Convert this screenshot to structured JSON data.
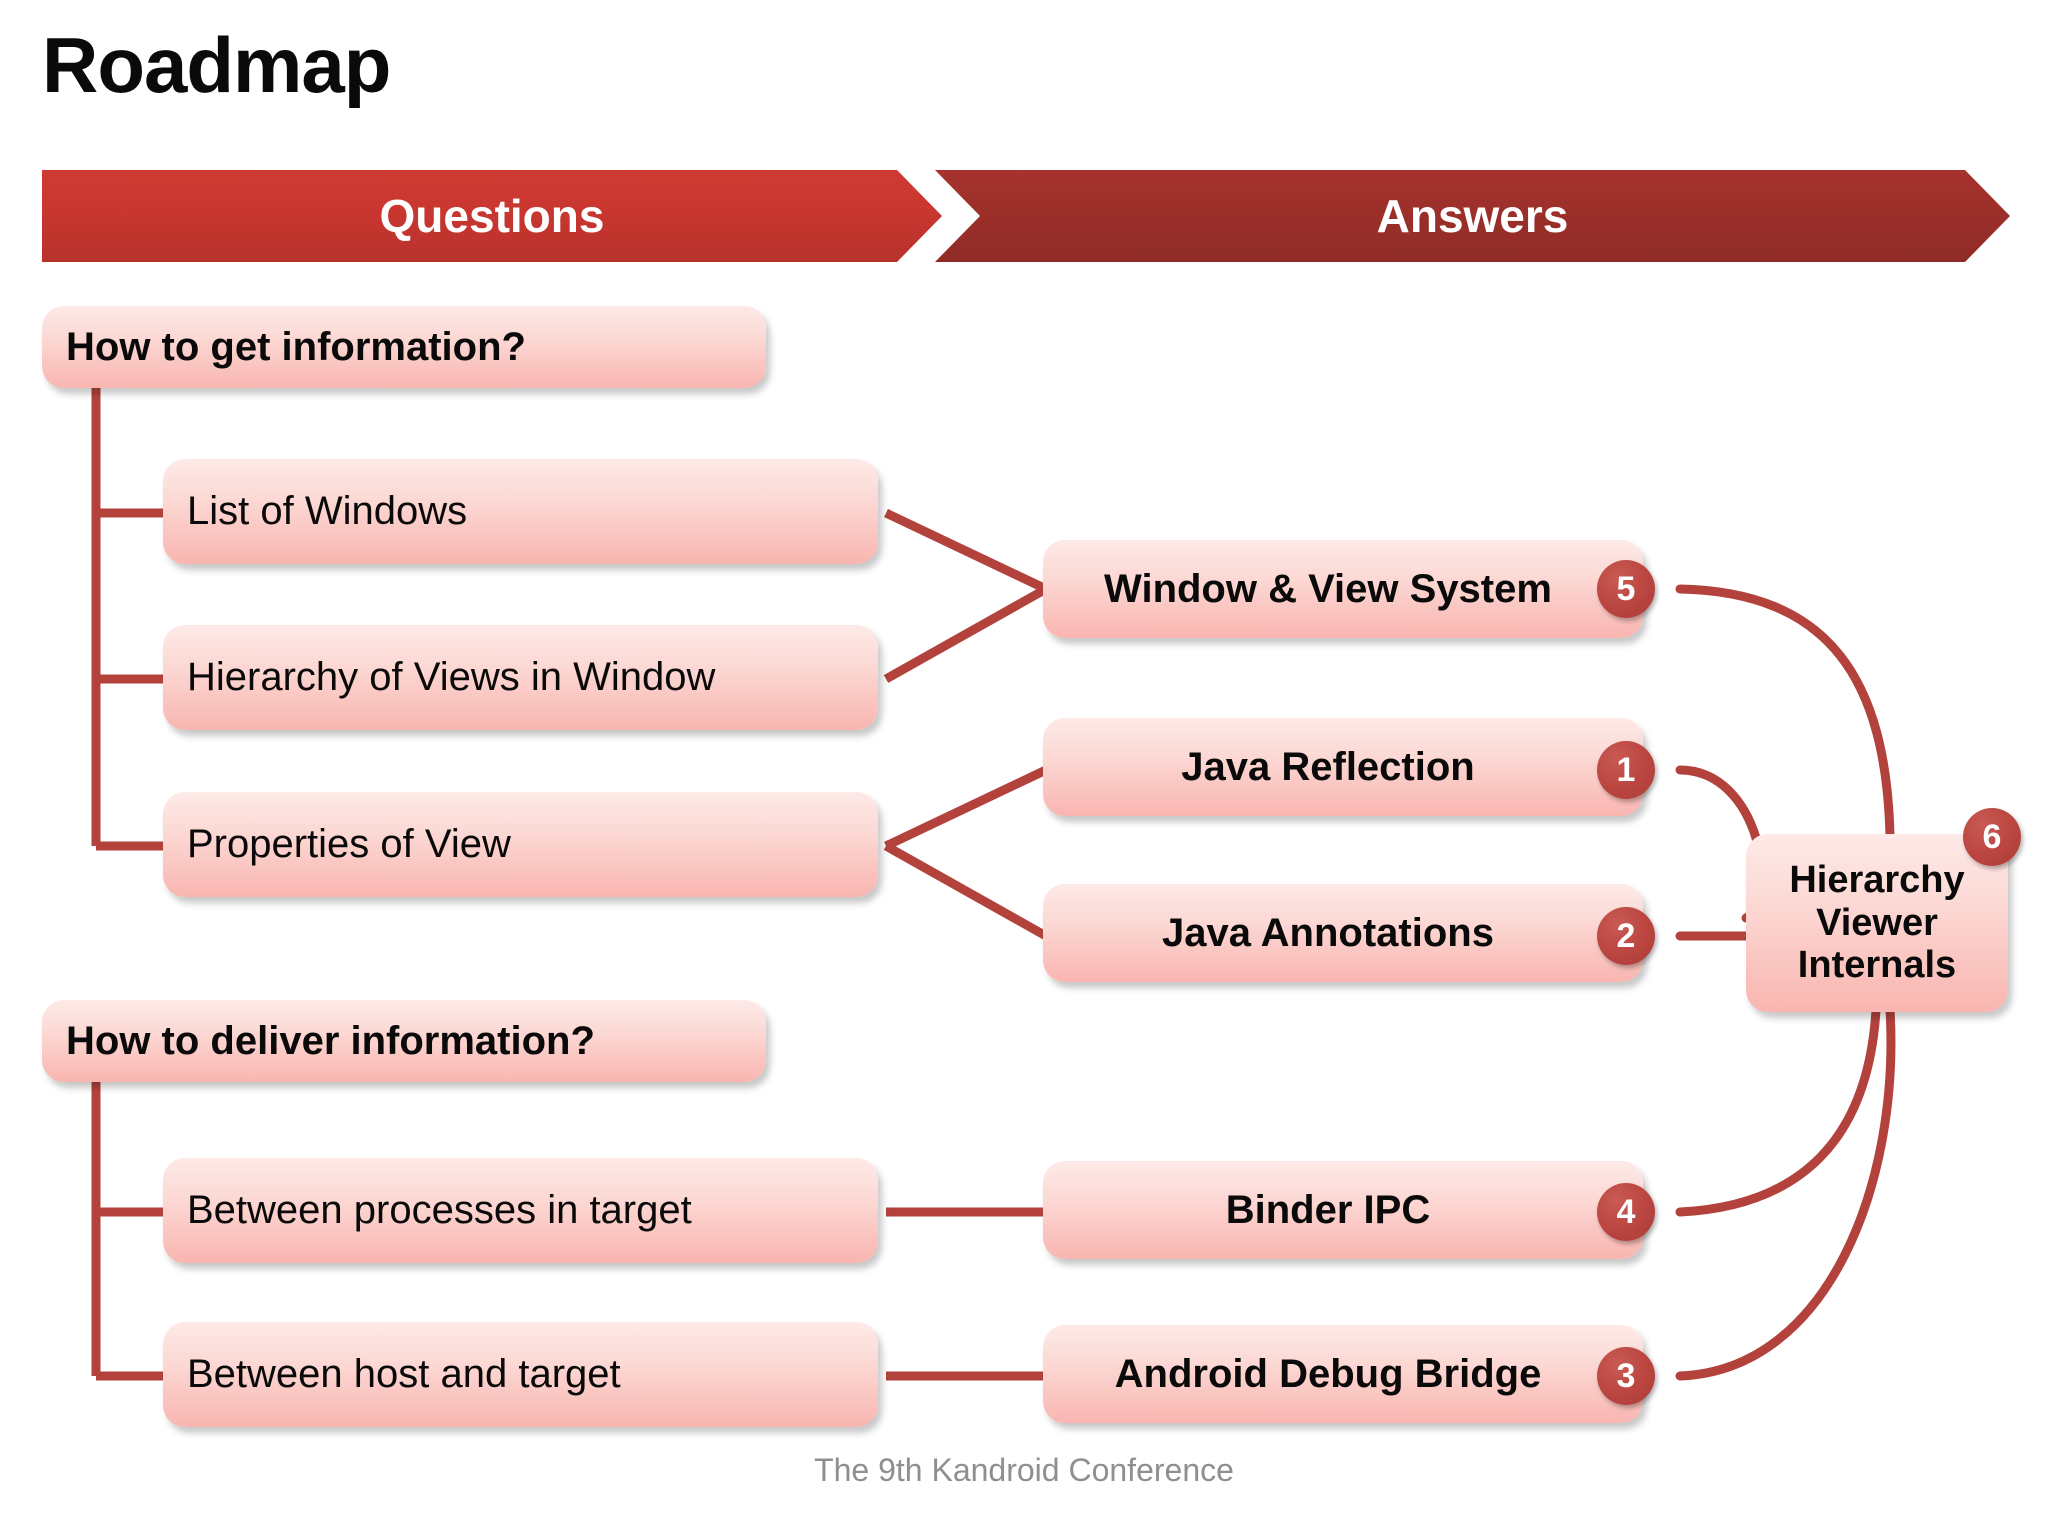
{
  "slide": {
    "title": "Roadmap",
    "footer": "The 9th Kandroid Conference",
    "background": "#ffffff"
  },
  "colors": {
    "questions_banner": "#c93630",
    "answers_banner": "#9c2f2a",
    "node_fill_top": "#fdeae7",
    "node_fill_bottom": "#f9b5b0",
    "connector": "#b3423c",
    "badge": "#bb4540",
    "title_text": "#0a0a0a",
    "footer_text": "#8f8f92"
  },
  "banners": [
    {
      "id": "questions",
      "label": "Questions"
    },
    {
      "id": "answers",
      "label": "Answers"
    }
  ],
  "questions": {
    "groups": [
      {
        "root": "How to get information?",
        "children": [
          "List of Windows",
          "Hierarchy of Views in Window",
          "Properties of View"
        ]
      },
      {
        "root": "How to deliver information?",
        "children": [
          "Between processes in target",
          "Between host and target"
        ]
      }
    ]
  },
  "answers": {
    "nodes": [
      {
        "label": "Window & View System",
        "badge": "5"
      },
      {
        "label": "Java Reflection",
        "badge": "1"
      },
      {
        "label": "Java Annotations",
        "badge": "2"
      },
      {
        "label": "Binder IPC",
        "badge": "4"
      },
      {
        "label": "Android Debug Bridge",
        "badge": "3"
      }
    ],
    "center": {
      "label": "Hierarchy\nViewer\nInternals",
      "line1": "Hierarchy",
      "line2": "Viewer",
      "line3": "Internals",
      "badge": "6"
    }
  }
}
